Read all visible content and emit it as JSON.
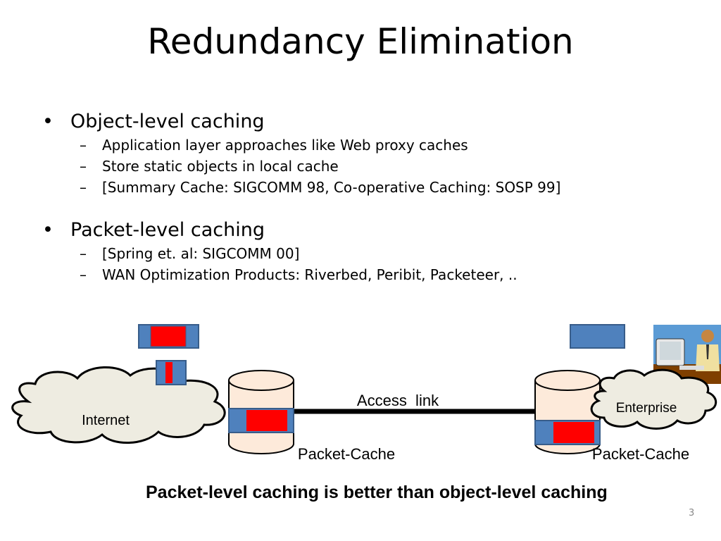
{
  "title": "Redundancy Elimination",
  "bullets": [
    {
      "text": "Object-level caching",
      "subs": [
        "Application layer approaches like Web proxy caches",
        "Store static objects in local cache",
        "[Summary Cache: SIGCOMM 98, Co-operative Caching: SOSP 99]"
      ]
    },
    {
      "text": "Packet-level caching",
      "subs": [
        "[Spring et. al: SIGCOMM 00]",
        "WAN Optimization Products: Riverbed, Peribit, Packeteer, .."
      ]
    }
  ],
  "diagram": {
    "internet_label": "Internet",
    "enterprise_label": "Enterprise",
    "access_link_label": "Access  link",
    "left_cache_label": "Packet-Cache",
    "right_cache_label": "Packet-Cache",
    "colors": {
      "packet_blue": "#4f81bd",
      "packet_red": "#ff0000",
      "cache_fill": "#fdeada",
      "cloud_fill": "#eeece1"
    }
  },
  "caption": "Packet-level caching is better than object-level caching",
  "page_number": "3"
}
